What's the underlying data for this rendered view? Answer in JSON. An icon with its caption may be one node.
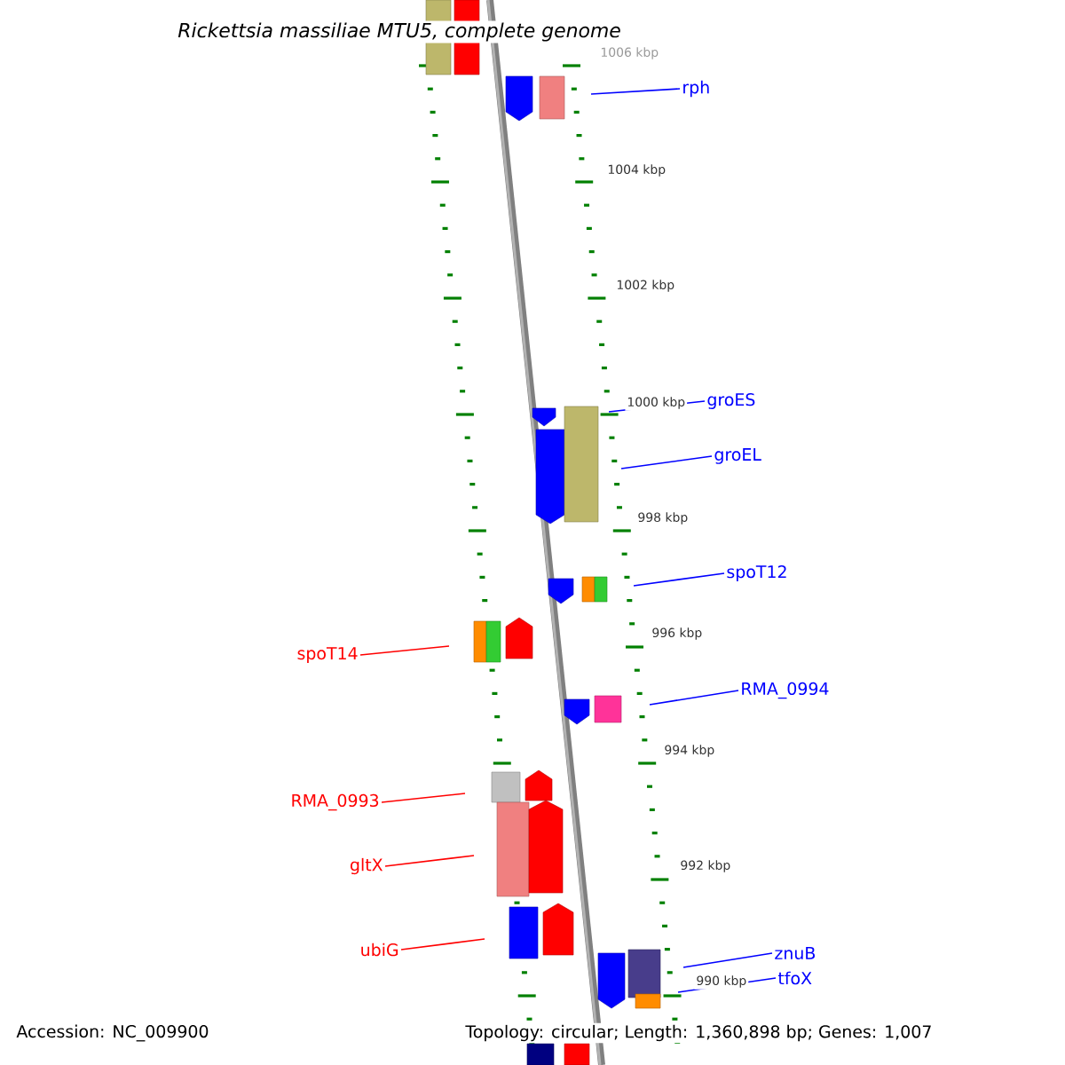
{
  "diagram": {
    "title": "Rickettsia massiliae MTU5, complete genome",
    "nodes": [
      {
        "text": [
          "rph"
        ]
      },
      {
        "text": [
          "groES"
        ]
      },
      {
        "text": [
          "groEL"
        ]
      },
      {
        "text": [
          "spoT12"
        ]
      },
      {
        "text": [
          "spoT14"
        ]
      },
      {
        "text": [
          "RMA_0994"
        ]
      },
      {
        "text": [
          "RMA_0993"
        ]
      },
      {
        "text": [
          "gltX"
        ]
      },
      {
        "text": [
          "ubiG"
        ]
      },
      {
        "text": [
          "znuB"
        ]
      },
      {
        "text": [
          "tfoX"
        ]
      }
    ],
    "edges": [
      {
        "from": 0,
        "to": null,
        "arrow": "none"
      },
      {
        "from": 1,
        "to": null,
        "arrow": "none"
      },
      {
        "from": 2,
        "to": null,
        "arrow": "none"
      },
      {
        "from": 3,
        "to": null,
        "arrow": "none"
      },
      {
        "from": 4,
        "to": null,
        "arrow": "none",
        "color": "#ff0000"
      },
      {
        "from": 5,
        "to": null,
        "arrow": "none"
      },
      {
        "from": 6,
        "to": null,
        "arrow": "none",
        "color": "#ff0000"
      },
      {
        "from": 7,
        "to": null,
        "arrow": "none",
        "color": "#ff0000"
      },
      {
        "from": 8,
        "to": null,
        "arrow": "none",
        "color": "#ff0000"
      },
      {
        "from": 9,
        "to": null,
        "arrow": "none"
      },
      {
        "from": 10,
        "to": null,
        "arrow": "none"
      }
    ],
    "labels": [
      "1006 kbp",
      "1004 kbp",
      "1002 kbp",
      "1000 kbp",
      "998 kbp",
      "996 kbp",
      "994 kbp",
      "992 kbp",
      "990 kbp",
      "Accession: NC_009900",
      "Topology: circular; Length: 1,360,898 bp; Genes: 1,007"
    ]
  }
}
